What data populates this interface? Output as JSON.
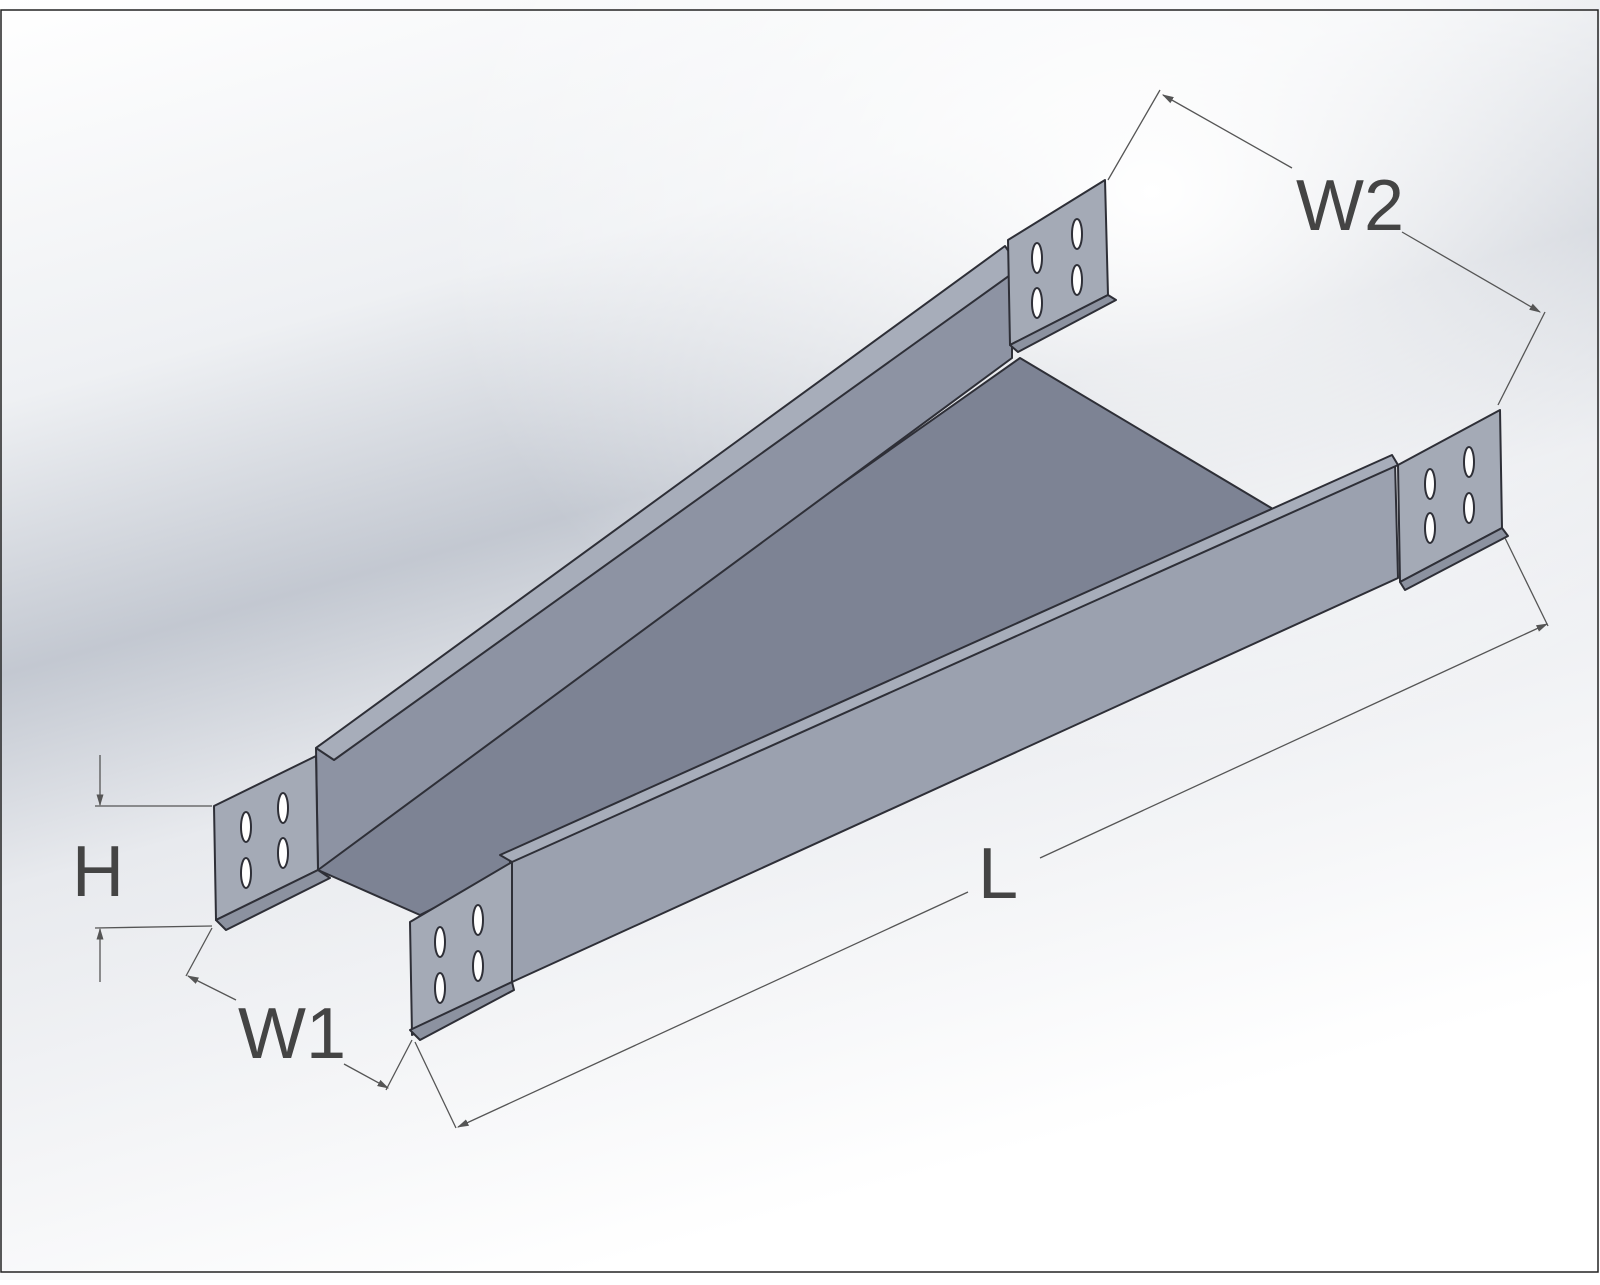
{
  "diagram": {
    "labels": {
      "height": "H",
      "width_start": "W1",
      "width_end": "W2",
      "length": "L"
    },
    "colors": {
      "background_light": "#ffffff",
      "background_band": "#b8c0cc",
      "floor": "#7d8394",
      "wall_inner": "#8d93a3",
      "wall_outer": "#9ba1af",
      "flange_top": "#a7adba",
      "end_plate": "#a4aab6",
      "edge": "#2e2f37",
      "dimension_line": "#555555",
      "label_text": "#444444"
    }
  }
}
